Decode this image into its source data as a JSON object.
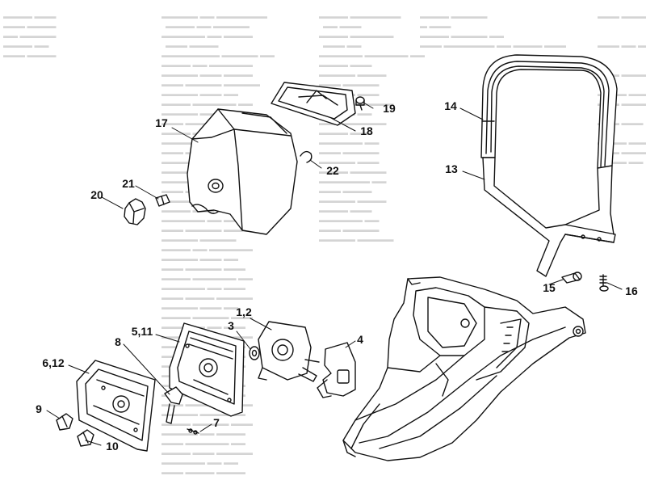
{
  "callouts": {
    "c1_2": "1,2",
    "c4": "4",
    "c5_11": "5,11",
    "c6_12": "6,12",
    "c7": "7",
    "c8": "8",
    "c9": "9",
    "c10": "10",
    "c13": "13",
    "c14": "14",
    "c15": "15",
    "c16": "16",
    "c17": "17",
    "c18": "18",
    "c19": "19",
    "c20": "20",
    "c21": "21",
    "c22": "22",
    "c3": "3"
  },
  "background_text_faint": true
}
